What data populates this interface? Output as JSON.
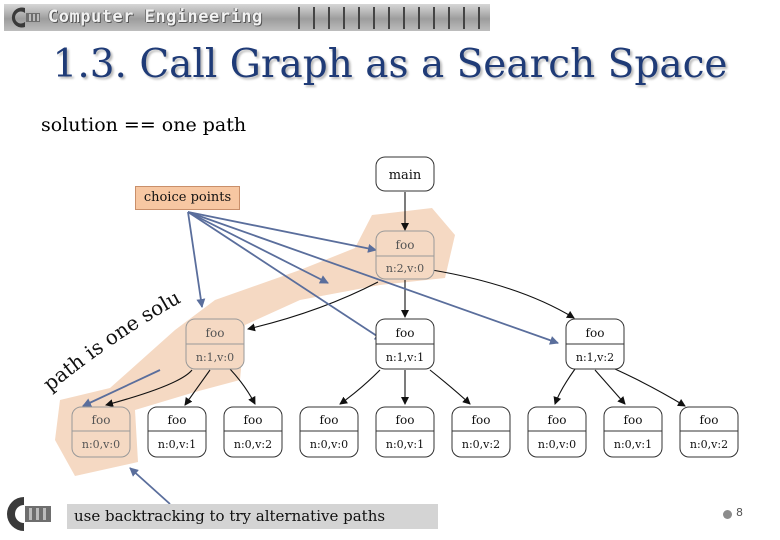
{
  "header": {
    "banner_text": "Computer Engineering"
  },
  "slide": {
    "title": "1.3. Call Graph as a Search Space",
    "subtitle": "solution == one path",
    "choice_points_label": "choice points",
    "curved_text": "path is one solution",
    "footer_note": "use backtracking to try alternative paths",
    "page_number": "8"
  },
  "graph": {
    "nodes": [
      {
        "id": "main",
        "label": "main",
        "sub": ""
      },
      {
        "id": "f2",
        "label": "foo",
        "sub": "n:2,v:0"
      },
      {
        "id": "f10",
        "label": "foo",
        "sub": "n:1,v:0"
      },
      {
        "id": "f11",
        "label": "foo",
        "sub": "n:1,v:1"
      },
      {
        "id": "f12",
        "label": "foo",
        "sub": "n:1,v:2"
      },
      {
        "id": "l1",
        "label": "foo",
        "sub": "n:0,v:0"
      },
      {
        "id": "l2",
        "label": "foo",
        "sub": "n:0,v:1"
      },
      {
        "id": "l3",
        "label": "foo",
        "sub": "n:0,v:2"
      },
      {
        "id": "l4",
        "label": "foo",
        "sub": "n:0,v:0"
      },
      {
        "id": "l5",
        "label": "foo",
        "sub": "n:0,v:1"
      },
      {
        "id": "l6",
        "label": "foo",
        "sub": "n:0,v:2"
      },
      {
        "id": "l7",
        "label": "foo",
        "sub": "n:0,v:0"
      },
      {
        "id": "l8",
        "label": "foo",
        "sub": "n:0,v:1"
      },
      {
        "id": "l9",
        "label": "foo",
        "sub": "n:0,v:2"
      }
    ],
    "edges": [
      [
        "main",
        "f2"
      ],
      [
        "f2",
        "f10"
      ],
      [
        "f2",
        "f11"
      ],
      [
        "f2",
        "f12"
      ],
      [
        "f10",
        "l1"
      ],
      [
        "f10",
        "l2"
      ],
      [
        "f10",
        "l3"
      ],
      [
        "f11",
        "l4"
      ],
      [
        "f11",
        "l5"
      ],
      [
        "f11",
        "l6"
      ],
      [
        "f12",
        "l7"
      ],
      [
        "f12",
        "l8"
      ],
      [
        "f12",
        "l9"
      ]
    ]
  },
  "colors": {
    "title": "#1f3b77",
    "highlight_path": "#f5d9c3",
    "pointer_arrow": "#5a6e9c",
    "node_border": "#333333"
  }
}
